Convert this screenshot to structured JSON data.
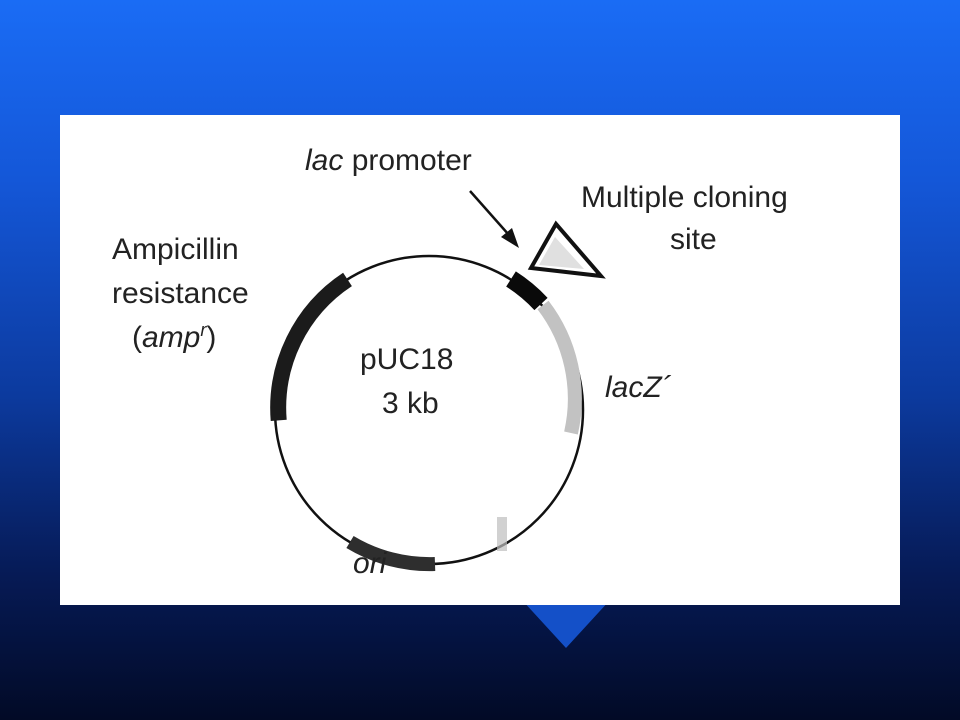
{
  "plasmid": {
    "name": "pUC18",
    "size": "3 kb"
  },
  "labels": {
    "lac_promoter_italic": "lac",
    "lac_promoter_rest": " promoter",
    "mcs_line1": "Multiple cloning",
    "mcs_line2": "site",
    "amp_line1": "Ampicillin",
    "amp_line2": "resistance",
    "amp_line3_open": "(",
    "amp_line3_gene": "amp",
    "amp_line3_sup": "r",
    "amp_line3_close": ")",
    "lacz": "lacZ´",
    "ori": "ori"
  },
  "colors": {
    "slide_top": "#1a6cf5",
    "slide_bottom": "#020a26",
    "panel": "#ffffff",
    "pointer": "#1450c8",
    "backbone": "#111111",
    "amp_segment": "#1b1b1b",
    "ori_segment": "#2e2e2e",
    "lacz_segment": "#c2c2c2"
  }
}
